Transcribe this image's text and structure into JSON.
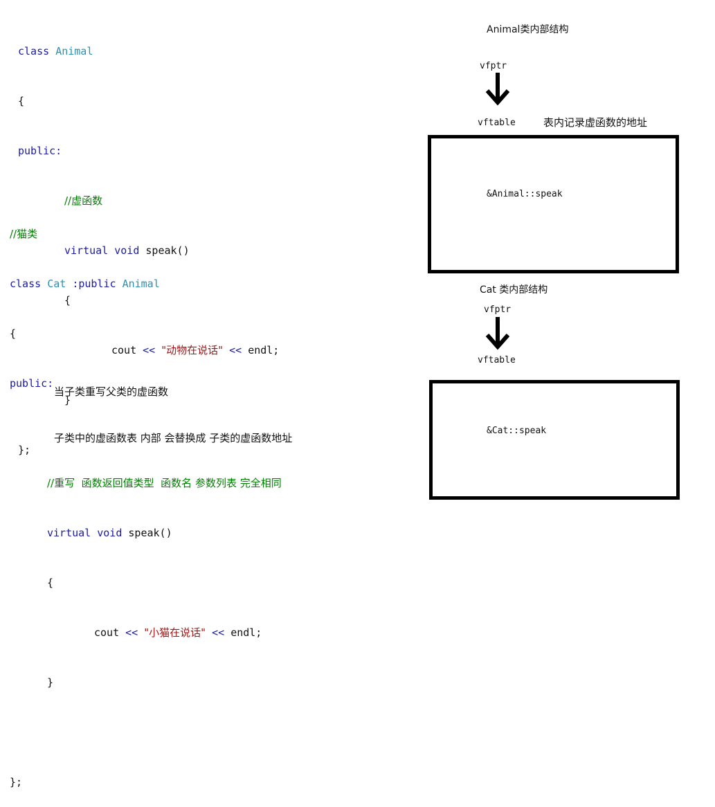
{
  "code_animal": {
    "l1_kw": "class",
    "l1_name": "Animal",
    "l2": "{",
    "l3": "public:",
    "l4_comment": "//虚函数",
    "l5_kw1": "virtual",
    "l5_kw2": "void",
    "l5_rest": "speak()",
    "l6": "{",
    "l7_cout": "cout",
    "l7_op1": "<<",
    "l7_str": "\"动物在说话\"",
    "l7_op2": "<<",
    "l7_end": "endl;",
    "l8": "}",
    "l9": "};"
  },
  "code_cat": {
    "l1_comment": "//猫类",
    "l2_kw": "class",
    "l2_name": "Cat",
    "l2_mid": ":public",
    "l2_base": "Animal",
    "l3": "{",
    "l4": "public:",
    "l5_comment": "//重写  函数返回值类型  函数名 参数列表 完全相同",
    "l6_kw1": "virtual",
    "l6_kw2": "void",
    "l6_rest": "speak()",
    "l7": "{",
    "l8_cout": "cout",
    "l8_op1": "<<",
    "l8_str": "\"小猫在说话\"",
    "l8_op2": "<<",
    "l8_end": "endl;",
    "l9": "}",
    "l10": "};"
  },
  "notes": {
    "n1": "当子类重写父类的虚函数",
    "n2": "子类中的虚函数表 内部 会替换成 子类的虚函数地址"
  },
  "diagram": {
    "animal_title": "Animal类内部结构",
    "animal_vfptr": "vfptr",
    "animal_vftable": "vftable",
    "animal_vftable_note": "表内记录虚函数的地址",
    "animal_entry": "&Animal::speak",
    "cat_title": "Cat 类内部结构",
    "cat_vfptr": "vfptr",
    "cat_vftable": "vftable",
    "cat_entry": "&Cat::speak"
  }
}
